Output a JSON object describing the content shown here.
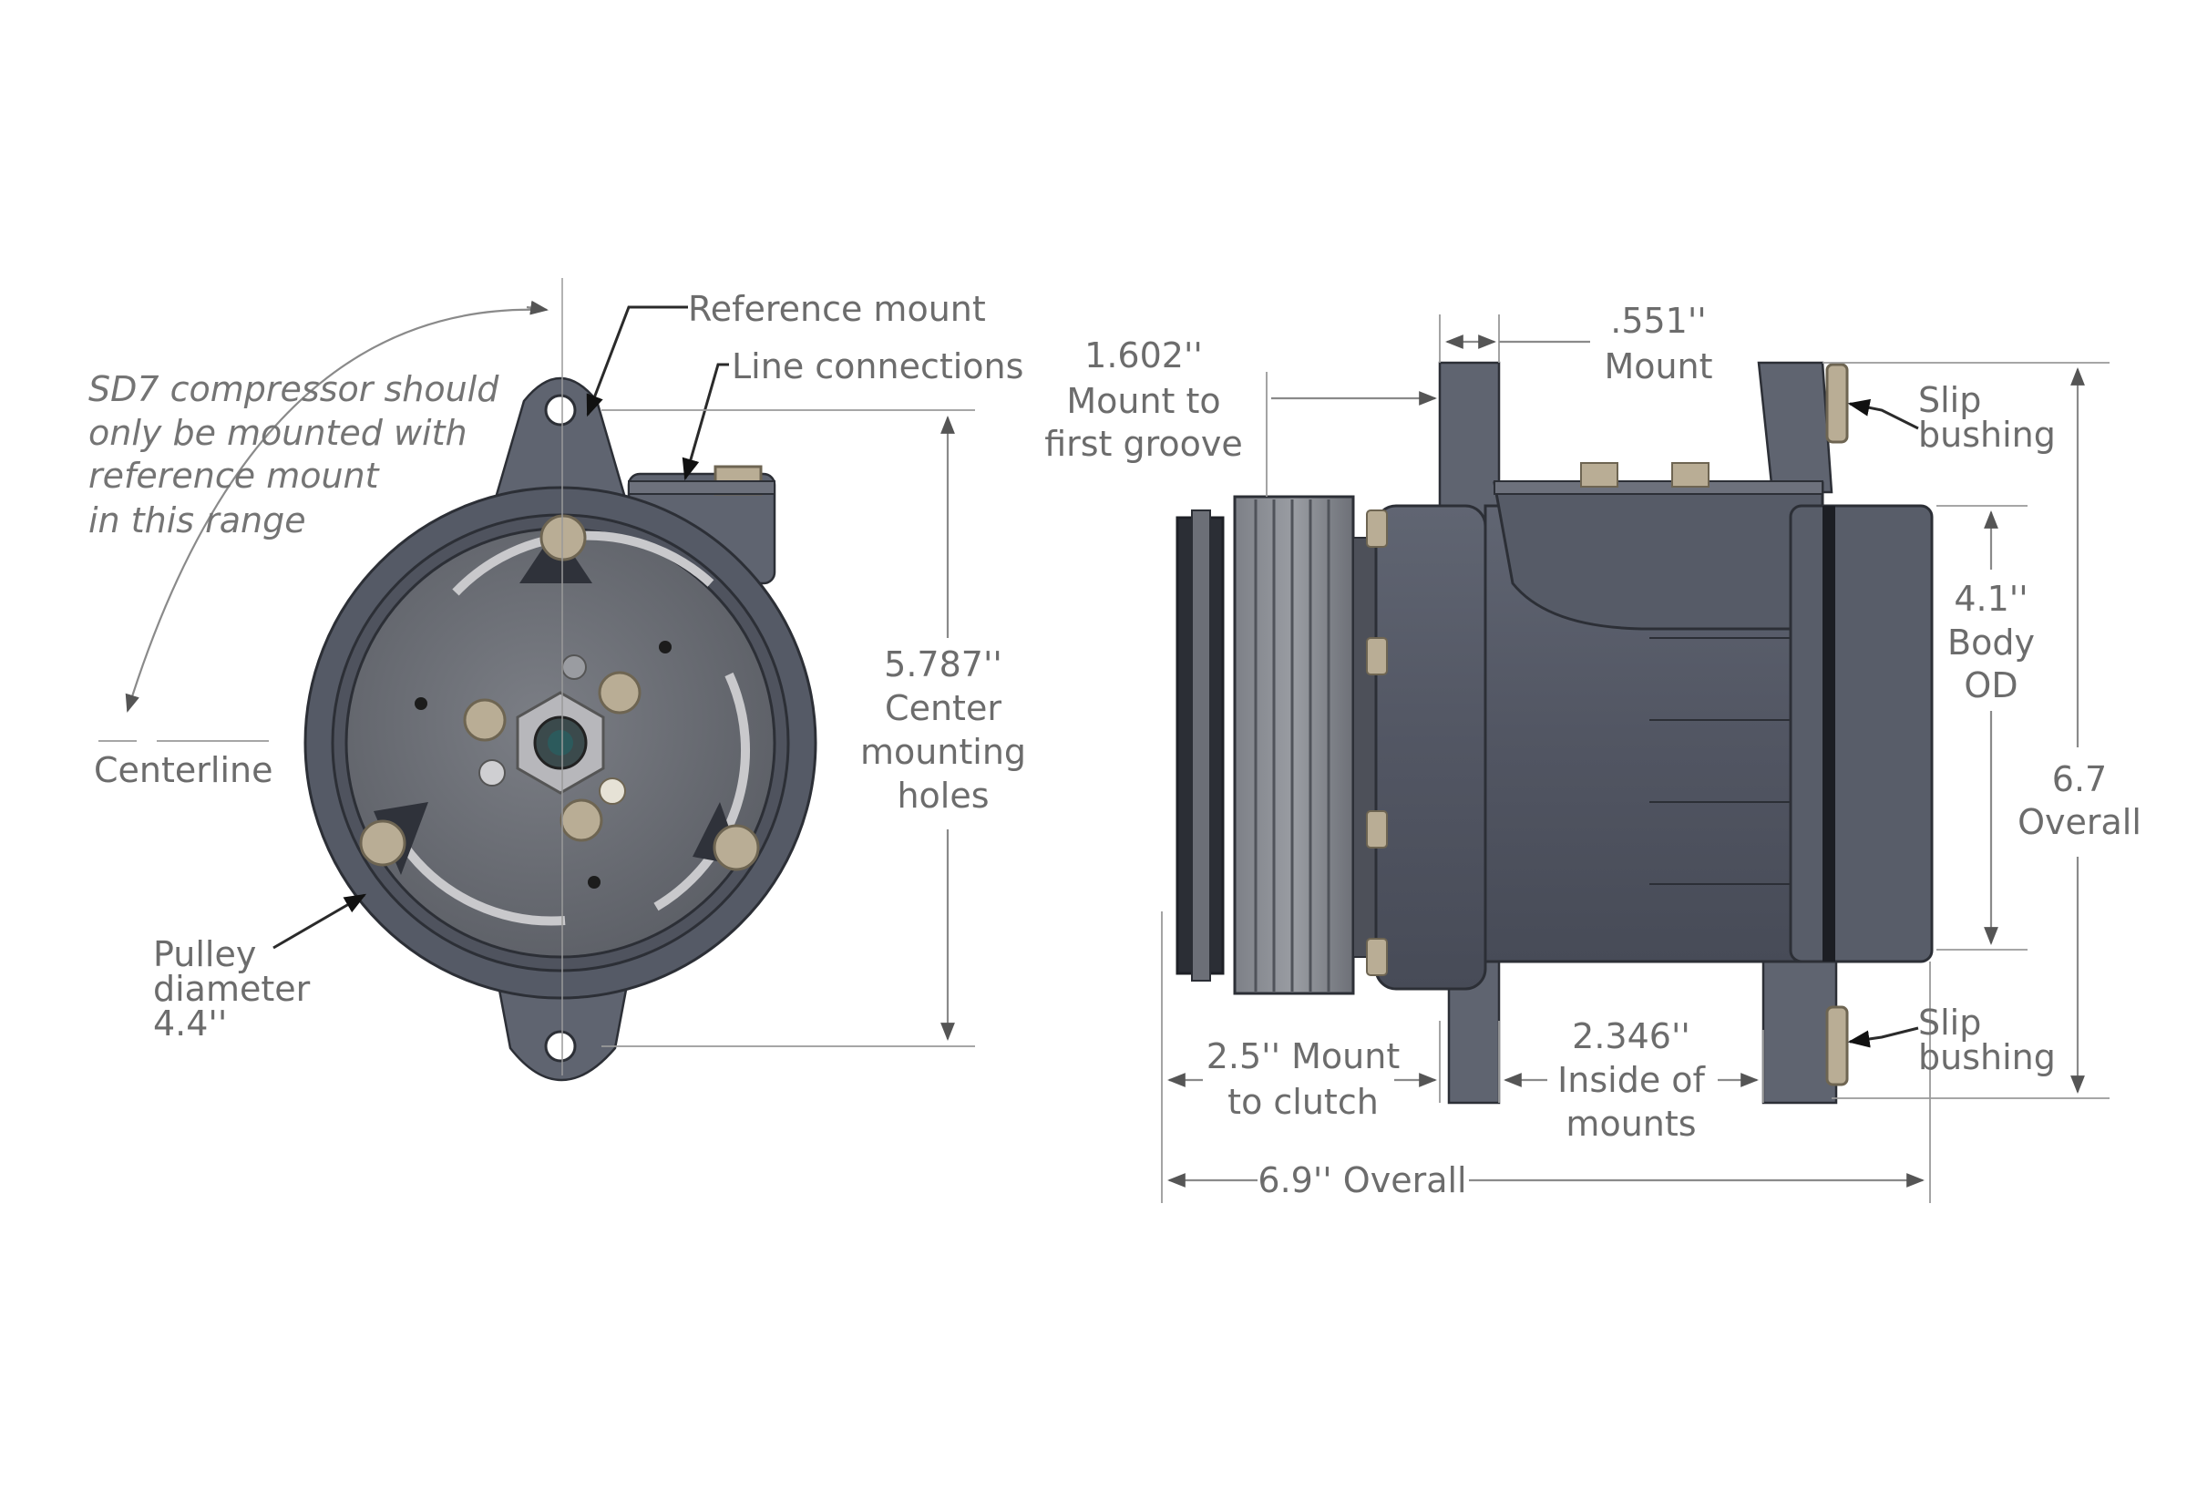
{
  "colors": {
    "housing": "#555a66",
    "clutch_face": "#6a6d74",
    "stud": "#b9ad95",
    "dimension_text": "#6c6c6c",
    "background": "#ffffff"
  },
  "front_view": {
    "reference_mount": "Reference mount",
    "line_connections": "Line connections",
    "note_lines": [
      "SD7 compressor should",
      "only be mounted with",
      "reference mount",
      "in this range"
    ],
    "centerline": "Centerline",
    "center_holes_dim": [
      "5.787''",
      "Center",
      "mounting",
      "holes"
    ],
    "pulley_dim": [
      "Pulley",
      "diameter",
      "4.4''"
    ]
  },
  "side_view": {
    "mount_to_groove": [
      "1.602''",
      "Mount to",
      "first groove"
    ],
    "mount_width": [
      ".551''",
      "Mount"
    ],
    "slip_bushing_top": [
      "Slip",
      "bushing"
    ],
    "body_od": [
      "4.1''",
      "Body",
      "OD"
    ],
    "overall_height": [
      "6.7",
      "Overall"
    ],
    "slip_bushing_bottom": [
      "Slip",
      "bushing"
    ],
    "mount_to_clutch": [
      "2.5'' Mount",
      "to clutch"
    ],
    "inside_mounts": [
      "2.346''",
      "Inside of",
      "mounts"
    ],
    "overall_length": "6.9'' Overall"
  }
}
